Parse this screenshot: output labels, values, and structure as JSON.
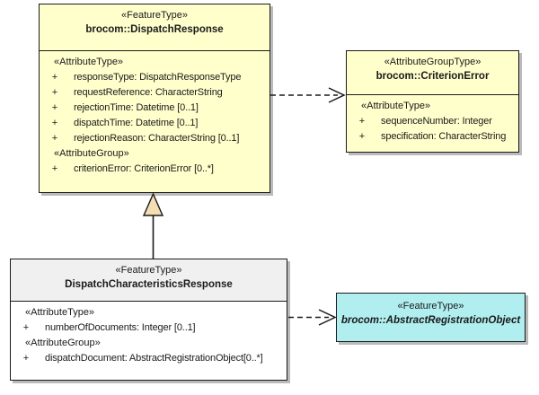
{
  "diagram": {
    "title": "UML class diagram",
    "background_color": "#ffffff",
    "classes": [
      {
        "id": "dispatch-response",
        "stereotype": "«FeatureType»",
        "name": "brocom::DispatchResponse",
        "fill_color": "#ffffcc",
        "abstract": false,
        "compartments": [
          {
            "group_label": "«AttributeType»",
            "attributes": [
              {
                "visibility": "+",
                "text": "responseType: DispatchResponseType"
              },
              {
                "visibility": "+",
                "text": "requestReference: CharacterString"
              },
              {
                "visibility": "+",
                "text": "rejectionTime: Datetime [0..1]"
              },
              {
                "visibility": "+",
                "text": "dispatchTime: Datetime [0..1]"
              },
              {
                "visibility": "+",
                "text": "rejectionReason: CharacterString [0..1]"
              }
            ]
          },
          {
            "group_label": "«AttributeGroup»",
            "attributes": [
              {
                "visibility": "+",
                "text": "criterionError: CriterionError [0..*]"
              }
            ]
          }
        ]
      },
      {
        "id": "criterion-error",
        "stereotype": "«AttributeGroupType»",
        "name": "brocom::CriterionError",
        "fill_color": "#ffffcc",
        "abstract": false,
        "compartments": [
          {
            "group_label": "«AttributeType»",
            "attributes": [
              {
                "visibility": "+",
                "text": "sequenceNumber: Integer"
              },
              {
                "visibility": "+",
                "text": "specification: CharacterString"
              }
            ]
          }
        ]
      },
      {
        "id": "dispatch-characteristics",
        "stereotype": "«FeatureType»",
        "name": "DispatchCharacteristicsResponse",
        "fill_color": "#ffffff",
        "header_fill_color": "#f0f0f0",
        "abstract": false,
        "compartments": [
          {
            "group_label": "«AttributeType»",
            "attributes": [
              {
                "visibility": "+",
                "text": "numberOfDocuments: Integer [0..1]"
              }
            ]
          },
          {
            "group_label": "«AttributeGroup»",
            "attributes": [
              {
                "visibility": "+",
                "text": "dispatchDocument: AbstractRegistrationObject[0..*]"
              }
            ]
          }
        ]
      },
      {
        "id": "abstract-registration-object",
        "stereotype": "«FeatureType»",
        "name": "brocom::AbstractRegistrationObject",
        "fill_color": "#b0eef0",
        "abstract": true,
        "compartments": []
      }
    ],
    "relationships": [
      {
        "id": "generalization",
        "kind": "generalization",
        "from": "dispatch-characteristics",
        "to": "dispatch-response",
        "line_style": "solid",
        "arrow": "hollow-triangle",
        "arrow_fill": "#f5deb3"
      },
      {
        "id": "dependency-criterion-error",
        "kind": "dependency",
        "from": "dispatch-response",
        "to": "criterion-error",
        "line_style": "dashed",
        "arrow": "open-arrow"
      },
      {
        "id": "dependency-registration-object",
        "kind": "dependency",
        "from": "dispatch-characteristics",
        "to": "abstract-registration-object",
        "line_style": "dashed",
        "arrow": "open-arrow"
      }
    ]
  }
}
